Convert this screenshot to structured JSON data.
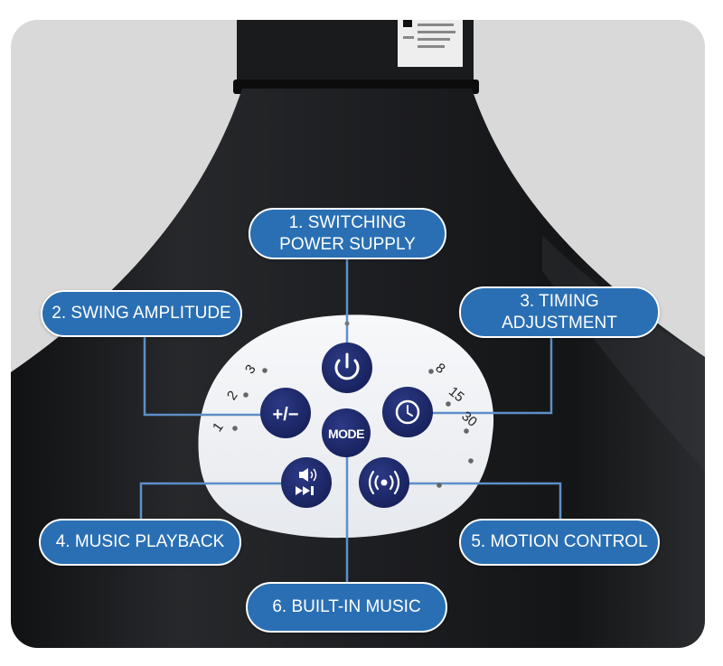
{
  "callouts": {
    "switching_power": [
      "1. SWITCHING",
      "POWER SUPPLY"
    ],
    "swing_amplitude": [
      "2. SWING AMPLITUDE"
    ],
    "timing_adjustment": [
      "3. TIMING",
      "ADJUSTMENT"
    ],
    "music_playback": [
      "4. MUSIC PLAYBACK"
    ],
    "motion_control": [
      "5. MOTION CONTROL"
    ],
    "built_in_music": [
      "6. BUILT-IN MUSIC"
    ]
  },
  "panel": {
    "swing_levels": [
      "1",
      "2",
      "3"
    ],
    "timer_levels": [
      "8",
      "15",
      "30"
    ],
    "buttons": {
      "swing": "+/−",
      "mode": "MODE"
    }
  },
  "colors": {
    "callout_fill": "#2a6fb3",
    "connector_line": "#5d8fc9",
    "button_fill": "#1f2a6b",
    "fan_body": "#1b1c1e",
    "panel_fill": "#f2f4f6",
    "background": "#d9d9d9"
  },
  "icons": {
    "power": "power-icon",
    "timer": "clock-icon",
    "music": "music-playback-icon",
    "motion": "motion-wave-icon"
  }
}
